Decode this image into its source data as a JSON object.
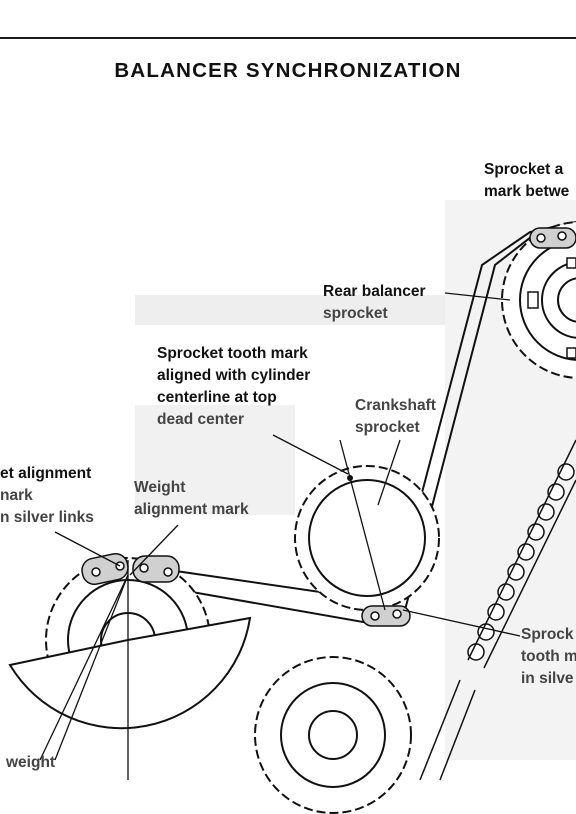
{
  "title": "BALANCER SYNCHRONIZATION",
  "labels": {
    "top_right": [
      "Sprocket a",
      "mark betwe"
    ],
    "rear_balancer": [
      "Rear balancer",
      "sprocket"
    ],
    "tooth_mark_tdc": [
      "Sprocket tooth mark",
      "aligned with cylinder",
      "centerline at top",
      "dead center"
    ],
    "crankshaft": [
      "Crankshaft",
      "sprocket"
    ],
    "left_alignment": [
      "et alignment",
      "nark",
      "n silver links"
    ],
    "weight_mark": [
      "Weight",
      "alignment mark"
    ],
    "bottom_right": [
      "Sprock",
      "tooth m",
      "in silve"
    ],
    "weight": "weight"
  },
  "colors": {
    "ink": "#111111",
    "chain_fill": "#d0d0d0",
    "shade": "#e3e3e3"
  }
}
